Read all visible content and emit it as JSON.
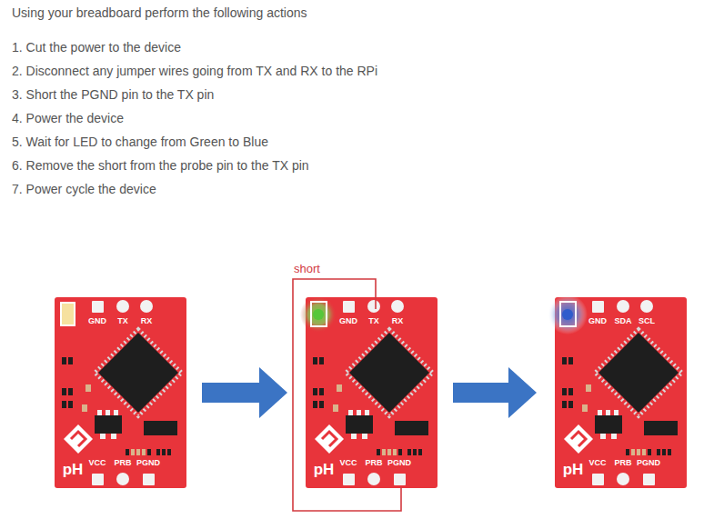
{
  "diagram": {
    "title": "Using your breadboard perform the following actions",
    "nodes": [
      {
        "text": [
          "GND",
          "TX",
          "RX",
          "VCC",
          "PRB",
          "PGND",
          "pH"
        ]
      },
      {
        "text": [
          "GND",
          "TX",
          "RX",
          "VCC",
          "PRB",
          "PGND",
          "pH"
        ]
      },
      {
        "text": [
          "GND",
          "SDA",
          "SCL",
          "VCC",
          "PRB",
          "PGND",
          "pH"
        ]
      }
    ],
    "edges": [
      {
        "from": 0,
        "to": 1,
        "arrow": "to"
      },
      {
        "from": 1,
        "to": 2,
        "arrow": "to"
      }
    ],
    "labels": [
      "1. Cut the power to the device",
      "2. Disconnect any jumper wires going from TX and RX to the RPi",
      "3. Short the PGND pin to the TX pin",
      "4. Power the device",
      "5. Wait for LED to change from Green to Blue",
      "6. Remove the short from the probe pin to the TX pin",
      "7. Power cycle the device",
      "short"
    ]
  }
}
